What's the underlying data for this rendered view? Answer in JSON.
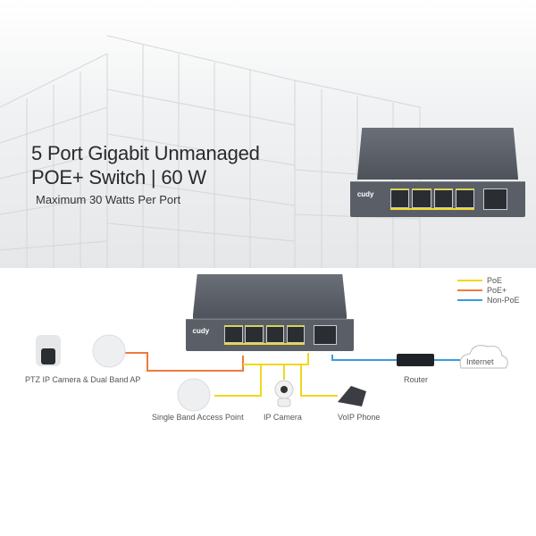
{
  "headline": {
    "line1": "5 Port Gigabit Unmanaged",
    "line2": "POE+ Switch | 60 W",
    "subtitle": "Maximum 30 Watts Per Port"
  },
  "brand": "cudy",
  "legend": [
    {
      "label": "PoE",
      "color": "#f2d71c"
    },
    {
      "label": "PoE+",
      "color": "#f07a3a"
    },
    {
      "label": "Non-PoE",
      "color": "#3a9be0"
    }
  ],
  "devices": {
    "ptz": "PTZ IP Camera & Dual Band AP",
    "single_ap": "Single Band Access Point",
    "ip_camera": "IP Camera",
    "voip": "VoIP Phone",
    "router": "Router",
    "internet": "Internet"
  }
}
